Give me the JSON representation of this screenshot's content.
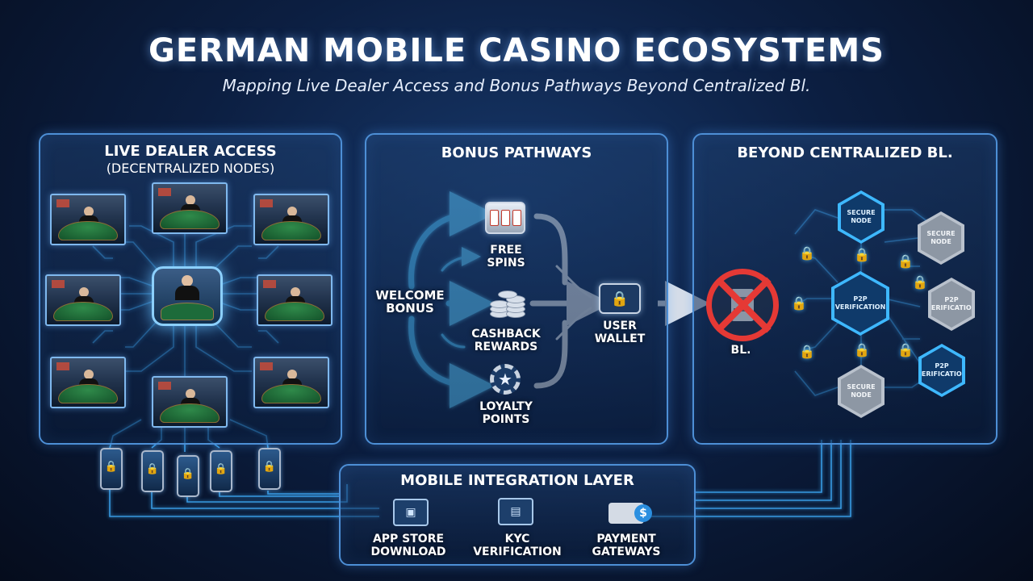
{
  "header": {
    "title": "GERMAN MOBILE CASINO ECOSYSTEMS",
    "subtitle": "Mapping Live Dealer Access and Bonus Pathways Beyond Centralized Bl."
  },
  "panels": {
    "live_dealer": {
      "title": "LIVE DEALER ACCESS",
      "subtitle": "(DECENTRALIZED NODES)"
    },
    "bonus": {
      "title": "BONUS PATHWAYS",
      "welcome": [
        "WELCOME",
        "BONUS"
      ],
      "free_spins": [
        "FREE",
        "SPINS"
      ],
      "cashback": [
        "CASHBACK",
        "REWARDS"
      ],
      "loyalty": [
        "LOYALTY",
        "POINTS"
      ],
      "wallet": [
        "USER",
        "WALLET"
      ]
    },
    "beyond": {
      "title": "BEYOND CENTRALIZED BL.",
      "blocked_label": "BL.",
      "nodes": {
        "secure_top": [
          "SECURE",
          "NODE"
        ],
        "secure_right": [
          "SECURE",
          "NODE"
        ],
        "secure_bottom": [
          "SECURE",
          "NODE"
        ],
        "p2p_center": [
          "P2P",
          "VERIFICATION"
        ],
        "p2p_right": [
          "P2P",
          "VERIFICATION"
        ],
        "p2p_bottom": [
          "P2P",
          "VERIFICATION"
        ]
      }
    },
    "mobile": {
      "title": "MOBILE INTEGRATION LAYER",
      "app_store": [
        "APP STORE",
        "DOWNLOAD"
      ],
      "kyc": [
        "KYC",
        "VERIFICATION"
      ],
      "payment": [
        "PAYMENT",
        "GATEWAYS"
      ]
    }
  },
  "icons": {
    "padlock": "🔒",
    "star": "★",
    "dollar": "$"
  },
  "colors": {
    "accent": "#4dc3ff",
    "blocked": "#e53935",
    "panel_border": "#4d8fd6"
  }
}
